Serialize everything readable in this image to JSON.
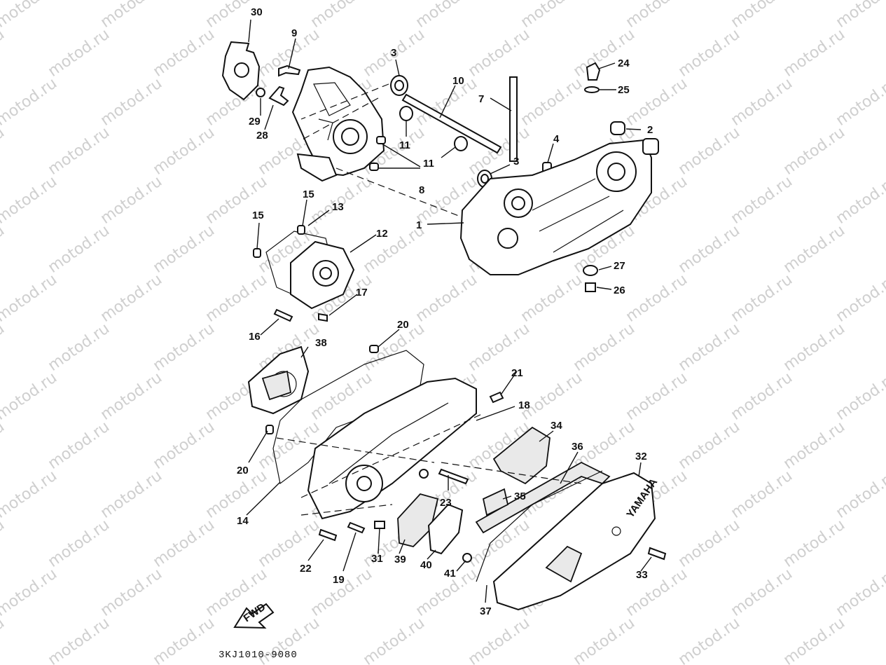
{
  "watermark": "motod.ru",
  "part_code": "3KJ1010-9080",
  "fwd_label": "FWD",
  "cover_brand": "YAMAHA",
  "callouts": {
    "c1": "1",
    "c2": "2",
    "c3a": "3",
    "c3b": "3",
    "c4": "4",
    "c7": "7",
    "c8": "8",
    "c9": "9",
    "c10": "10",
    "c11a": "11",
    "c11b": "11",
    "c12": "12",
    "c13": "13",
    "c14": "14",
    "c15a": "15",
    "c15b": "15",
    "c16": "16",
    "c17": "17",
    "c18": "18",
    "c19": "19",
    "c20a": "20",
    "c20b": "20",
    "c21": "21",
    "c22": "22",
    "c23": "23",
    "c24": "24",
    "c25": "25",
    "c26": "26",
    "c27": "27",
    "c28": "28",
    "c29": "29",
    "c30": "30",
    "c31": "31",
    "c32": "32",
    "c33": "33",
    "c34": "34",
    "c35": "35",
    "c36": "36",
    "c37": "37",
    "c38": "38",
    "c39": "39",
    "c40": "40",
    "c41": "41"
  }
}
